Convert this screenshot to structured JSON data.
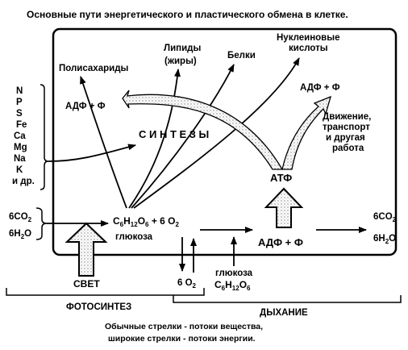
{
  "title": "Основные пути энергетического и пластического обмена в клетке.",
  "products": {
    "polysaccharides": "Полисахариды",
    "lipids_line1": "Липиды",
    "lipids_line2": "(жиры)",
    "proteins": "Белки",
    "nucleic_line1": "Нуклеиновые",
    "nucleic_line2": "кислоты"
  },
  "synthesis_label": "С И Н Т Е З Ы",
  "adp_top_left": "АДФ + Ф",
  "adp_top_right": "АДФ + Ф",
  "work_lines": [
    "Движение,",
    "транспорт",
    "и другая",
    "работа"
  ],
  "atp": "АТФ",
  "adp_bottom": "АДФ + Ф",
  "elements": [
    "N",
    "P",
    "S",
    "Fe",
    "Ca",
    "Mg",
    "Na",
    "K",
    "и др."
  ],
  "inputs": {
    "co2": {
      "coef": "6",
      "main": "CO",
      "sub": "2"
    },
    "h2o": {
      "coef": "6",
      "main": "H",
      "sub": "2",
      "tail": "O"
    }
  },
  "outputs": {
    "co2": {
      "coef": "6",
      "main": "CO",
      "sub": "2"
    },
    "h2o": {
      "coef": "6",
      "main": "H",
      "sub": "2",
      "tail": "O"
    }
  },
  "glucose_formula": {
    "c": "C",
    "c_sub": "6",
    "h": "H",
    "h_sub": "12",
    "o": "O",
    "o_sub": "6",
    "plus": " + 6 O",
    "plus_sub": "2"
  },
  "glucose_word": "глюкоза",
  "light": "СВЕТ",
  "oxygen_mid": {
    "main": "6 O",
    "sub": "2"
  },
  "glucose_in_word": "глюкоза",
  "glucose_in_formula": {
    "c": "C",
    "c_sub": "6",
    "h": "H",
    "h_sub": "12",
    "o": "O",
    "o_sub": "6"
  },
  "photosynthesis": "ФОТОСИНТЕЗ",
  "respiration": "ДЫХАНИЕ",
  "legend_line1": "Обычные стрелки - потоки вещества,",
  "legend_line2": "широкие стрелки - потоки энергии."
}
